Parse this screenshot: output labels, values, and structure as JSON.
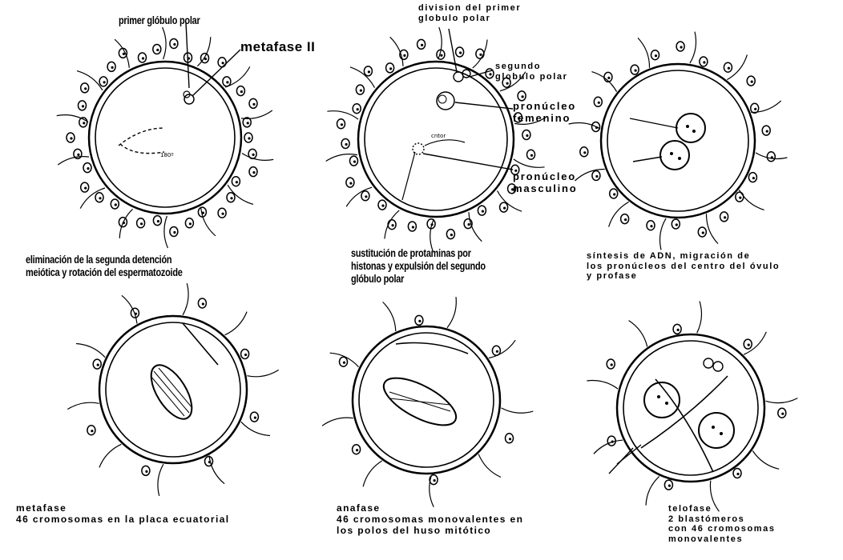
{
  "labels": {
    "primer_globulo_polar": "primer glóbulo polar",
    "metafase_ii": "metafase II",
    "division_primer_globulo": "division del primer\nglobulo polar",
    "segundo_globulo_polar": "segundo\nglobulo polar",
    "pronucleo_femenino": "pronúcleo\nfemenino",
    "pronucleo_masculino": "pronúcleo\nmasculino",
    "angle_value": "180º",
    "sub_label": "cntor"
  },
  "captions": {
    "stage1": "eliminación de la segunda detención\nmeiótica y rotación del espermatozoide",
    "stage2": "sustitución de protaminas por\nhistonas y expulsión del segundo\nglóbulo polar",
    "stage3": "síntesis de ADN, migración de\nlos pronúcleos del centro del óvulo\ny profase",
    "stage4": "metafase\n46 cromosomas en la placa ecuatorial",
    "stage5": "anafase\n46 cromosomas monovalentes en\nlos polos del huso mitótico",
    "stage6": "telofase\n2 blastómeros\ncon 46 cromosomas\nmonovalentes"
  },
  "colors": {
    "ink": "#000000",
    "paper": "#ffffff"
  }
}
